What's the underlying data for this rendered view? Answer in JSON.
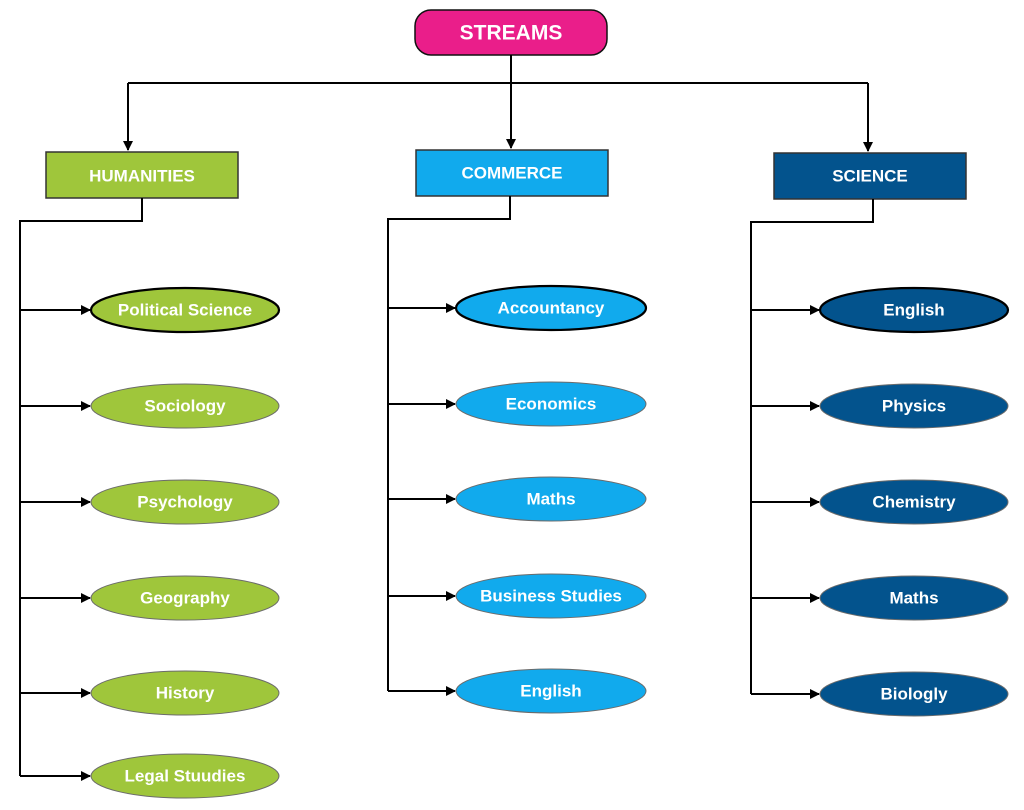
{
  "root": {
    "label": "STREAMS",
    "color": "#ea1e8a"
  },
  "streams": [
    {
      "label": "HUMANITIES",
      "color": "#9fc63b",
      "subjects": [
        "Political Science",
        "Sociology",
        "Psychology",
        "Geography",
        "History",
        "Legal Stuudies"
      ]
    },
    {
      "label": "COMMERCE",
      "color": "#11aaed",
      "subjects": [
        "Accountancy",
        "Economics",
        "Maths",
        "Business Studies",
        "English"
      ]
    },
    {
      "label": "SCIENCE",
      "color": "#03538d",
      "subjects": [
        "English",
        "Physics",
        "Chemistry",
        "Maths",
        "Biologly"
      ]
    }
  ]
}
